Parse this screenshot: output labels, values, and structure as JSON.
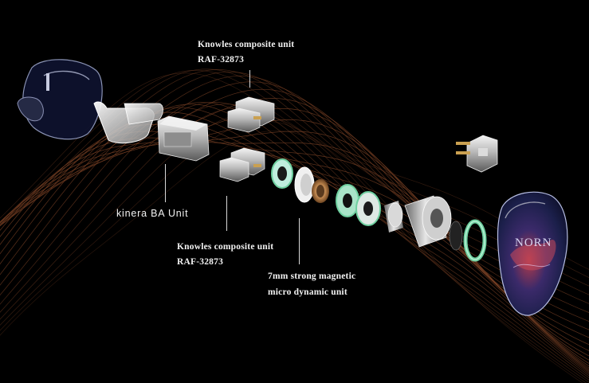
{
  "labels": {
    "knowles_top_line1": "Knowles composite unit",
    "knowles_top_line2": "RAF-32873",
    "kinera_ba": "kinera BA Unit",
    "knowles_bottom_line1": "Knowles composite unit",
    "knowles_bottom_line2": "RAF-32873",
    "dynamic_line1": "7mm strong magnetic",
    "dynamic_line2": "micro dynamic unit"
  },
  "faceplate": {
    "logo_text": "NORN"
  },
  "colors": {
    "background": "#000000",
    "wave_lines": "#8a4a2a",
    "label_text": "#f2f2f2",
    "green_ring": "#6fd0a0"
  }
}
